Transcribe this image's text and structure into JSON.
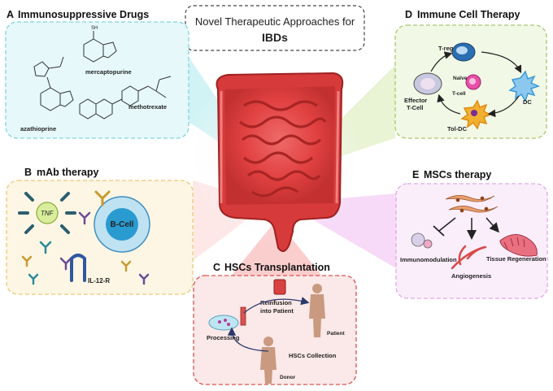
{
  "title": {
    "line1": "Novel Therapeutic Approaches for",
    "line2": "IBDs"
  },
  "panels": {
    "a": {
      "letter": "A",
      "title": "Immunosuppressive Drugs",
      "color": "#7dd6e0",
      "fill": "#e6f8fa",
      "labels": {
        "sh": "SH",
        "mercaptopurine": "mercaptopurine",
        "methotrexate": "methotrexate",
        "azathioprine": "azathioprine"
      }
    },
    "b": {
      "letter": "B",
      "title": "mAb therapy",
      "color": "#f0c870",
      "fill": "#fdf6e4",
      "labels": {
        "tnf": "TNF",
        "bcell": "B-Cell",
        "il12r": "IL-12-R"
      }
    },
    "c": {
      "letter": "C",
      "title": "HSCs Transplantation",
      "color": "#d9534f",
      "fill": "#fbe8e8",
      "labels": {
        "reinfusion1": "Reinfusion",
        "reinfusion2": "into Patient",
        "processing": "Processing",
        "patient": "Patient",
        "collection": "HSCs Collection",
        "donor": "Donor"
      }
    },
    "d": {
      "letter": "D",
      "title": "Immune Cell Therapy",
      "color": "#a8c86a",
      "fill": "#f2f8e6",
      "labels": {
        "treg": "T-reg",
        "effector1": "Effector",
        "effector2": "T-Cell",
        "naive1": "Naïve",
        "naive2": "T-cell",
        "dc": "DC",
        "toldc": "Tol-DC"
      }
    },
    "e": {
      "letter": "E",
      "title": "MSCs therapy",
      "color": "#e0a8e8",
      "fill": "#fbeefb",
      "labels": {
        "immunomodulation": "Immunomodulation",
        "tissue": "Tissue Regeneration",
        "angiogenesis": "Angiogenesis"
      }
    }
  }
}
